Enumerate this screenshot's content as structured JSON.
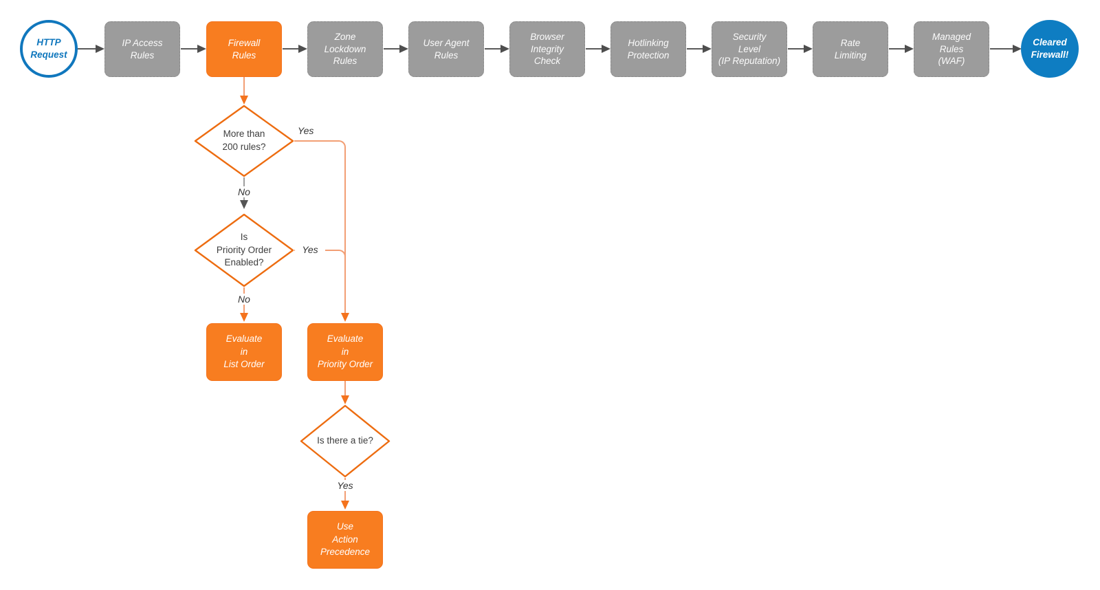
{
  "pipeline": {
    "start_label": "HTTP\nRequest",
    "end_label": "Cleared\nFirewall!",
    "stages": [
      "IP Access\nRules",
      "Firewall\nRules",
      "Zone\nLockdown\nRules",
      "User Agent\nRules",
      "Browser\nIntegrity\nCheck",
      "Hotlinking\nProtection",
      "Security\nLevel\n(IP Reputation)",
      "Rate\nLimiting",
      "Managed\nRules\n(WAF)"
    ]
  },
  "branch": {
    "decision_more_rules": "More than\n200 rules?",
    "decision_priority_enabled": "Is\nPriority Order\nEnabled?",
    "decision_tie": "Is there a tie?",
    "evaluate_list": "Evaluate\nin\nList Order",
    "evaluate_priority": "Evaluate\nin\nPriority Order",
    "use_action_precedence": "Use\nAction\nPrecedence",
    "label_yes_more_rules": "Yes",
    "label_no_more_rules": "No",
    "label_yes_priority": "Yes",
    "label_no_priority": "No",
    "label_yes_tie": "Yes"
  },
  "colors": {
    "node_orange": "#f87d20",
    "orange_border": "#ed6c10",
    "orange_line": "#f29e74",
    "orange_arrow": "#f4731d",
    "node_gray": "#9c9c9c",
    "dark_line": "#4e4e4e",
    "blue_stroke": "#1077bd",
    "blue_fill": "#0e7dc2",
    "decision_text": "#3d3d3d",
    "background": "#ffffff"
  }
}
